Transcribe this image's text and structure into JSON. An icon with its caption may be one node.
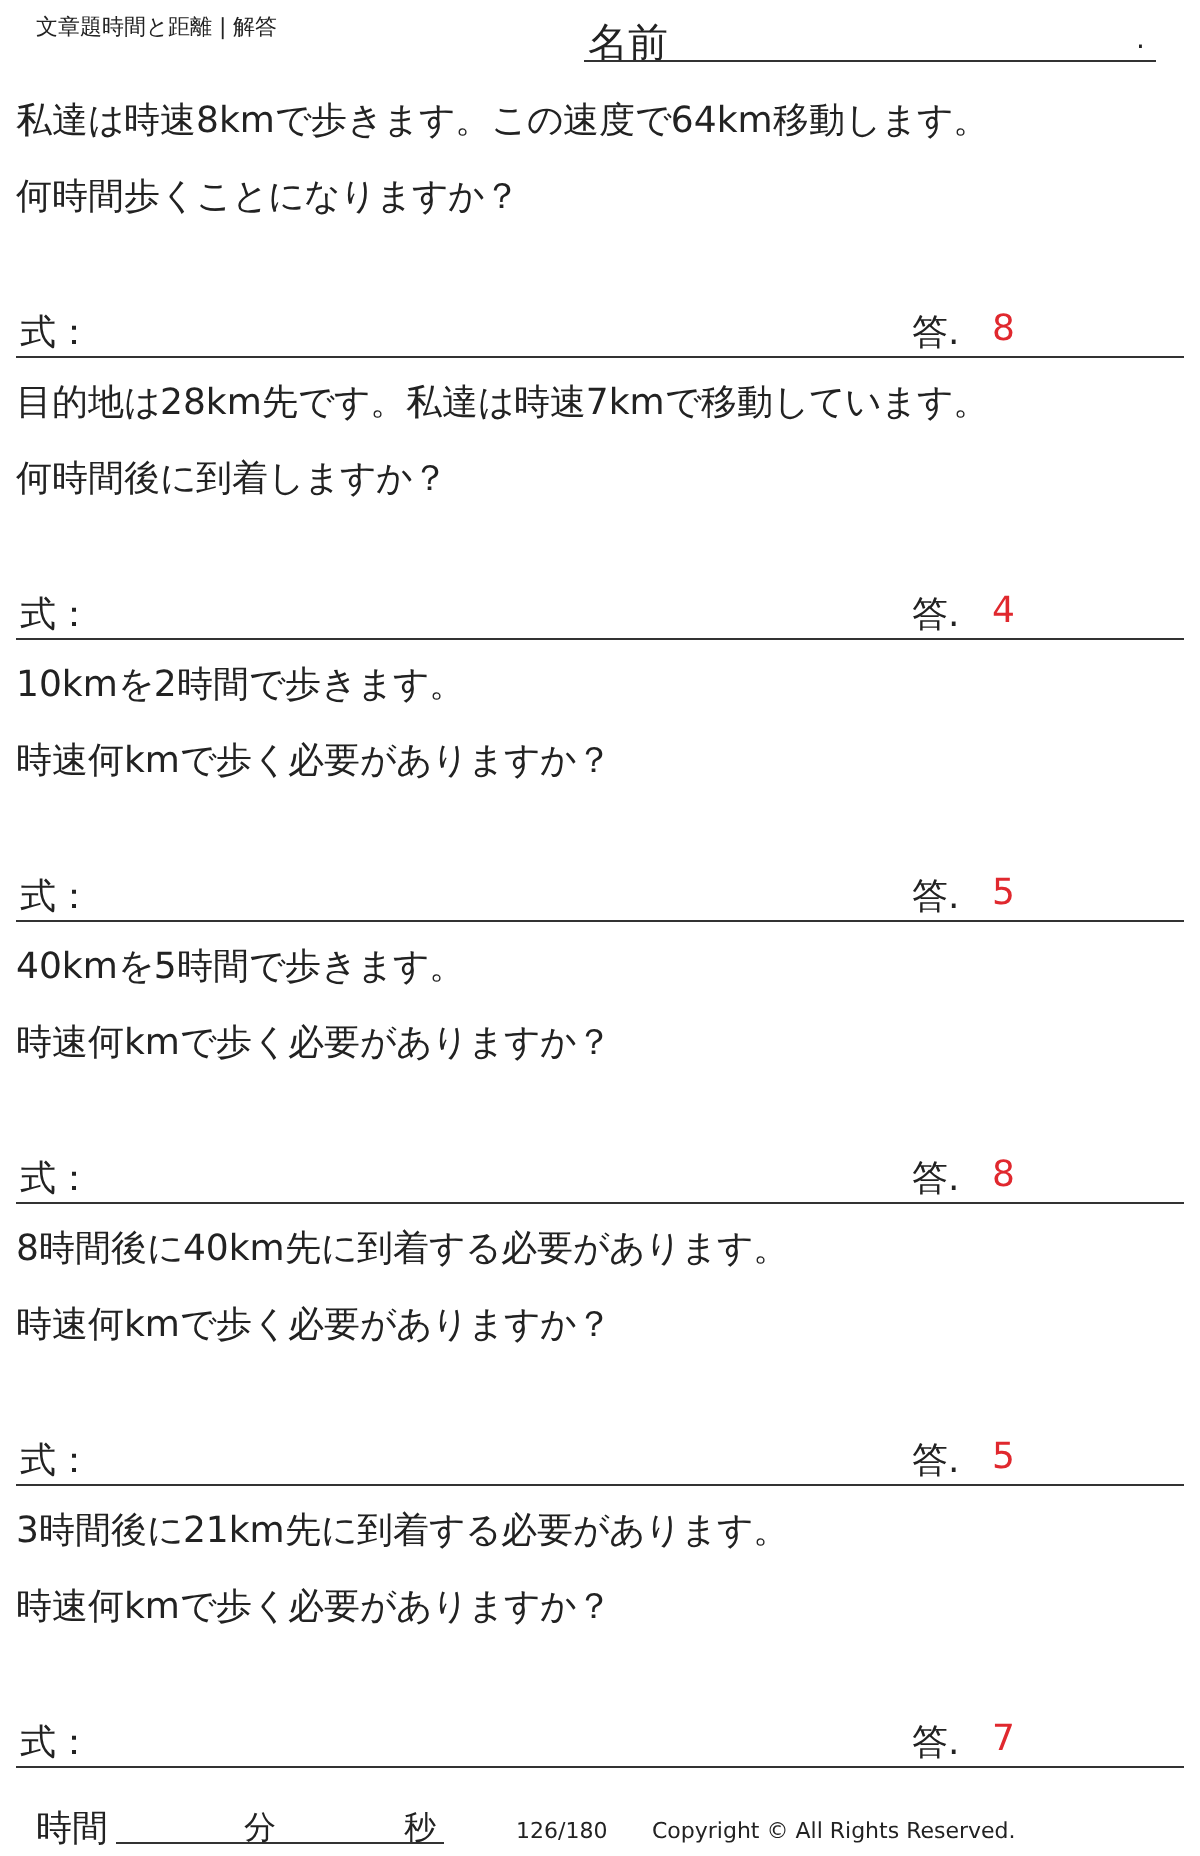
{
  "diagram": {
    "title": "文章題時間と距離 | 解答",
    "labels": [
      "名前",
      ".",
      "私達は時速8kmで歩きます。この速度で64km移動します。",
      "何時間歩くことになりますか？",
      "式：",
      "答.",
      "8",
      "目的地は28km先です。私達は時速7kmで移動しています。",
      "何時間後に到着しますか？",
      "式：",
      "答.",
      "4",
      "10kmを2時間で歩きます。",
      "時速何kmで歩く必要がありますか？",
      "式：",
      "答.",
      "5",
      "40kmを5時間で歩きます。",
      "時速何kmで歩く必要がありますか？",
      "式：",
      "答.",
      "8",
      "8時間後に40km先に到着する必要があります。",
      "時速何kmで歩く必要がありますか？",
      "式：",
      "答.",
      "5",
      "3時間後に21km先に到着する必要があります。",
      "時速何kmで歩く必要がありますか？",
      "式：",
      "答.",
      "7",
      "時間",
      "分",
      "秒",
      "126/180",
      "Copyright © All Rights Reserved."
    ]
  }
}
